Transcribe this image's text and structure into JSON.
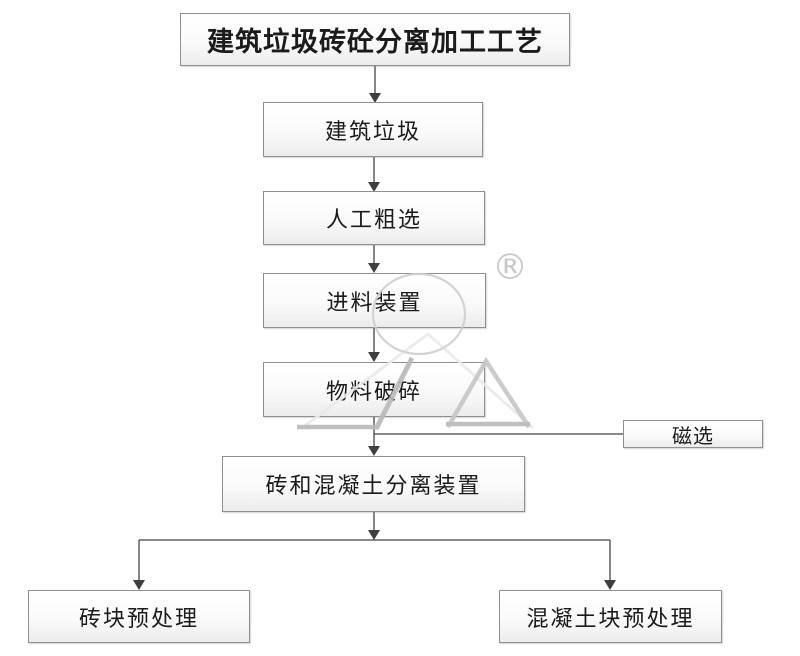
{
  "flowchart": {
    "title": "建筑垃圾砖砼分离加工工艺",
    "nodes": {
      "process_title": "建筑垃圾砖砼分离加工工艺",
      "construction_waste": "建筑垃圾",
      "manual_rough_sorting": "人工粗选",
      "feeding_device": "进料装置",
      "material_crushing": "物料破碎",
      "magnetic_separation": "磁选",
      "brick_concrete_separation_device": "砖和混凝土分离装置",
      "brick_pretreatment": "砖块预处理",
      "concrete_block_pretreatment": "混凝土块预处理"
    },
    "edges": [
      {
        "from": "process_title",
        "to": "construction_waste",
        "type": "arrow"
      },
      {
        "from": "construction_waste",
        "to": "manual_rough_sorting",
        "type": "arrow"
      },
      {
        "from": "manual_rough_sorting",
        "to": "feeding_device",
        "type": "arrow"
      },
      {
        "from": "feeding_device",
        "to": "material_crushing",
        "type": "arrow"
      },
      {
        "from": "material_crushing",
        "to": "magnetic_separation",
        "type": "plain-line"
      },
      {
        "from": "material_crushing",
        "to": "brick_concrete_separation_device",
        "type": "arrow"
      },
      {
        "from": "brick_concrete_separation_device",
        "to": "brick_pretreatment",
        "type": "arrow"
      },
      {
        "from": "brick_concrete_separation_device",
        "to": "concrete_block_pretreatment",
        "type": "arrow"
      }
    ],
    "watermark": {
      "symbol": "®"
    },
    "colors": {
      "background": "#ffffff",
      "box_border": "#8f8f8f",
      "box_fill_top": "#ffffff",
      "box_fill_bottom": "#ececec",
      "connector": "#404040",
      "text": "#1b1b1b",
      "watermark": "#c4c4c4"
    }
  }
}
